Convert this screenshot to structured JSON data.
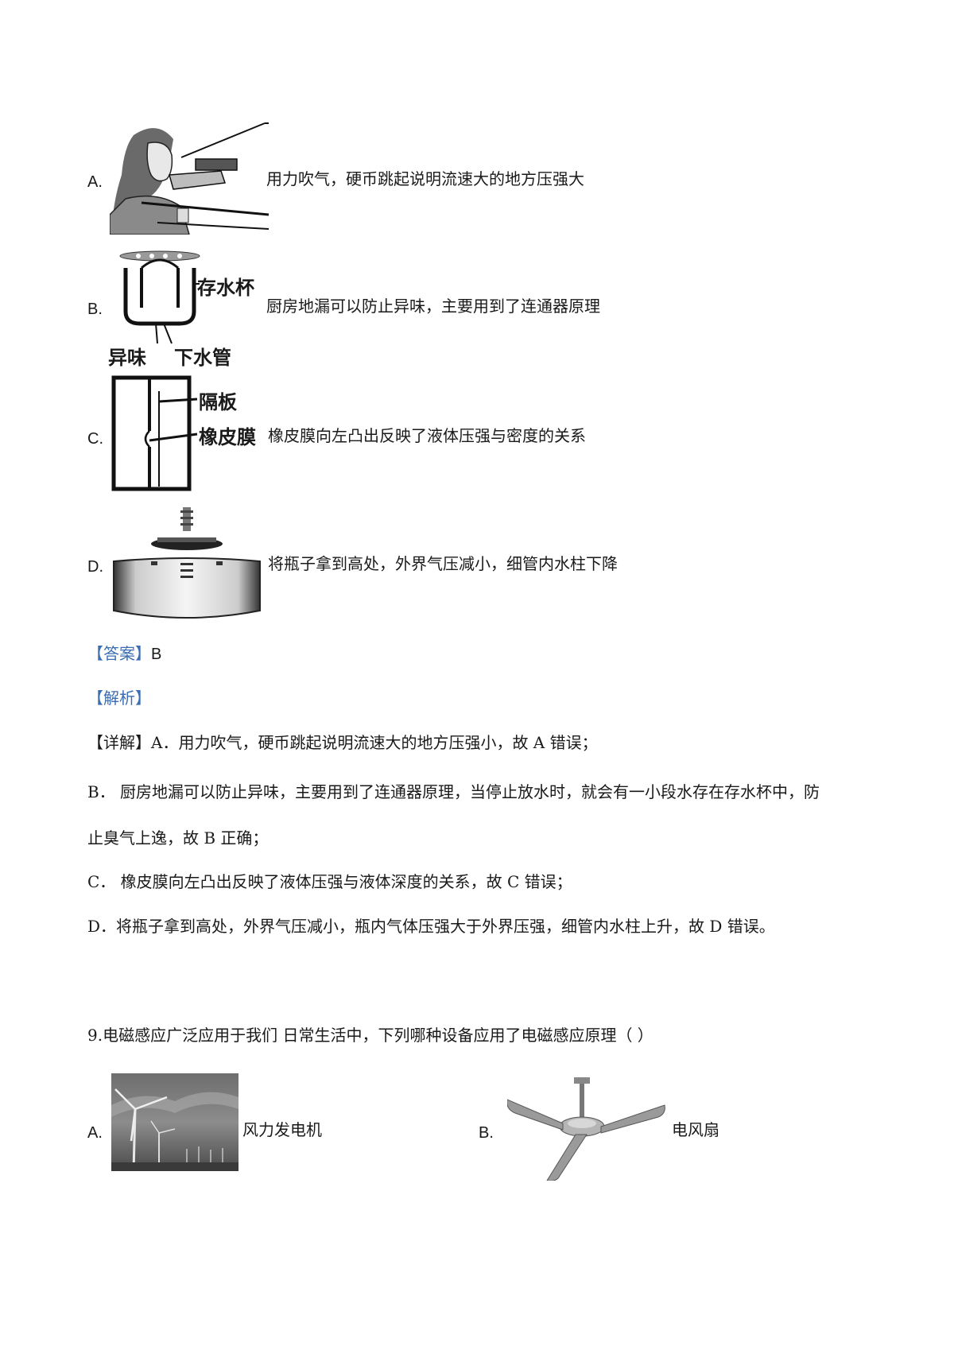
{
  "question8": {
    "options": [
      {
        "label": "A.",
        "text": "用力吹气，硬币跳起说明流速大的地方压强大"
      },
      {
        "label": "B.",
        "text": "厨房地漏可以防止异味，主要用到了连通器原理",
        "figure_labels": [
          "存水杯",
          "异味",
          "下水管"
        ]
      },
      {
        "label": "C.",
        "text": "橡皮膜向左凸出反映了液体压强与密度的关系",
        "figure_labels": [
          "隔板",
          "橡皮膜"
        ]
      },
      {
        "label": "D.",
        "text": "将瓶子拿到高处，外界气压减小，细管内水柱下降"
      }
    ],
    "answer_tag": "【答案】",
    "answer_value": "B",
    "analysis_tag": "【解析】",
    "detail_tag": "【详解】",
    "details": [
      "A．用力吹气，硬币跳起说明流速大的地方压强小，故 A 错误；",
      "B． 厨房地漏可以防止异味，主要用到了连通器原理，当停止放水时，就会有一小段水存在存水杯中，防",
      "止臭气上逸，故 B 正确；",
      "C． 橡皮膜向左凸出反映了液体压强与液体深度的关系，故 C 错误；",
      "D．将瓶子拿到高处，外界气压减小，瓶内气体压强大于外界压强，细管内水柱上升，故 D 错误。"
    ]
  },
  "question9": {
    "stem": "9.电磁感应广泛应用于我们 日常生活中，下列哪种设备应用了电磁感应原理（ ）",
    "options": [
      {
        "label": "A.",
        "text": "风力发电机"
      },
      {
        "label": "B.",
        "text": "电风扇"
      }
    ]
  }
}
